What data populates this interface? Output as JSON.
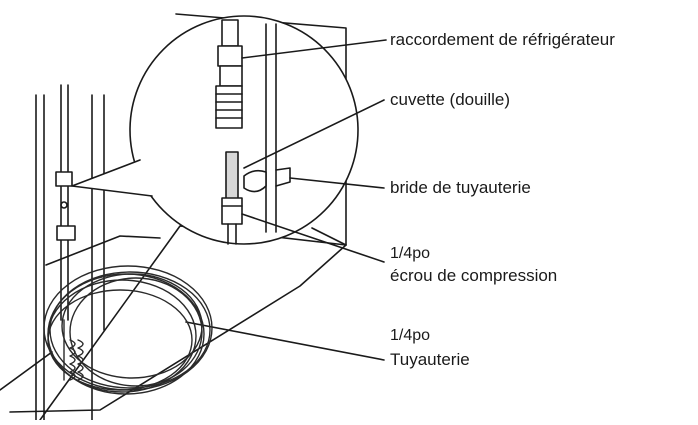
{
  "labels": {
    "fridge_connection": "raccordement de réfrigérateur",
    "ferrule": "cuvette (douille)",
    "pipe_clamp": "bride de tuyauterie",
    "nut_size": "1/4po",
    "compression_nut": "écrou de compression",
    "tubing_size": "1/4po",
    "tubing": "Tuyauterie"
  },
  "colors": {
    "ink": "#1a1a1a",
    "shade": "#b5b5b5"
  }
}
